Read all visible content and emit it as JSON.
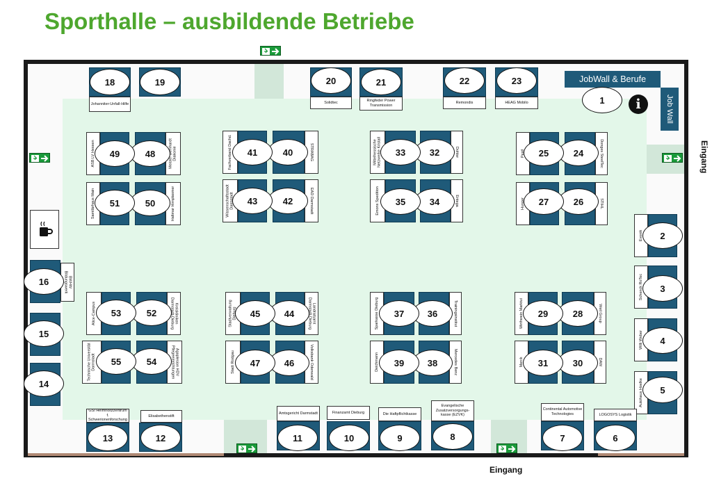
{
  "title": "Sporthalle – ausbildende Betriebe",
  "jobwall": "JobWall & Berufe",
  "jobwall_side": "Job Wall",
  "info_icon": "i",
  "entrance_right": "Eingang",
  "entrance_bottom": "Eingang",
  "colors": {
    "title": "#4ea72e",
    "stand": "#1f5a79",
    "floor": "#e3f7e9",
    "exit": "#1a9a3a"
  },
  "stands": [
    {
      "n": "1",
      "label": ""
    },
    {
      "n": "2",
      "label": "Evonik"
    },
    {
      "n": "3",
      "label": "Schenck RoTec"
    },
    {
      "n": "4",
      "label": "Willi Weber"
    },
    {
      "n": "5",
      "label": "Autohaus Hoelke"
    },
    {
      "n": "6",
      "label": "LOGOSYS Logistik"
    },
    {
      "n": "7",
      "label": "Continental Automotive Technologies"
    },
    {
      "n": "8",
      "label": "Evangelische Zusatzversorgungs-kasse (EZVK)"
    },
    {
      "n": "9",
      "label": "Die Haftpflichtkasse"
    },
    {
      "n": "10",
      "label": "Finanzamt Dieburg"
    },
    {
      "n": "11",
      "label": "Amtsgericht Darmstadt"
    },
    {
      "n": "12",
      "label": "Elisabethenstift"
    },
    {
      "n": "13",
      "label": "GSI Helmholtzzentrum f. Schwerionenforschung"
    },
    {
      "n": "14",
      "label": ""
    },
    {
      "n": "15",
      "label": ""
    },
    {
      "n": "16",
      "label": "BWHW Bildungswerk"
    },
    {
      "n": "18",
      "label": "Johanniter-Unfall-Hilfe"
    },
    {
      "n": "19",
      "label": ""
    },
    {
      "n": "20",
      "label": "Solidtec"
    },
    {
      "n": "21",
      "label": "Ringfeder Power Transmission"
    },
    {
      "n": "22",
      "label": "Remondis"
    },
    {
      "n": "23",
      "label": "HEAG Mobilo"
    },
    {
      "n": "24",
      "label": "Donges SteelTec"
    },
    {
      "n": "25",
      "label": "Pestl"
    },
    {
      "n": "26",
      "label": "STIHL"
    },
    {
      "n": "27",
      "label": "Hunger"
    },
    {
      "n": "28",
      "label": "Weil Group"
    },
    {
      "n": "29",
      "label": "Wirthwein Marktut"
    },
    {
      "n": "30",
      "label": "DAW"
    },
    {
      "n": "31",
      "label": "Merck"
    },
    {
      "n": "32",
      "label": "Dohler"
    },
    {
      "n": "33",
      "label": "Mittelhessische Netzwerke Kristall"
    },
    {
      "n": "34",
      "label": "Entega"
    },
    {
      "n": "35",
      "label": "Emons Spedition"
    },
    {
      "n": "36",
      "label": "Trainingsinstitut"
    },
    {
      "n": "37",
      "label": "Sparkasse Dieburg"
    },
    {
      "n": "38",
      "label": "Mercedes Benz"
    },
    {
      "n": "39",
      "label": "Deichmann"
    },
    {
      "n": "40",
      "label": "STRABAG"
    },
    {
      "n": "41",
      "label": "Fachverband Dachd."
    },
    {
      "n": "42",
      "label": "EAD Darmstadt"
    },
    {
      "n": "43",
      "label": "Wissenschaftsstadt Darmstadt"
    },
    {
      "n": "44",
      "label": "Landratsamt Darmstadt-Dieburg"
    },
    {
      "n": "45",
      "label": "Stadtverwaltung Dieburg"
    },
    {
      "n": "46",
      "label": "Volksbank Odenwald"
    },
    {
      "n": "47",
      "label": "Stadt Rodgau"
    },
    {
      "n": "48",
      "label": "Meister Bernhardt Diakonie"
    },
    {
      "n": "49",
      "label": "ASB LV Hessen"
    },
    {
      "n": "50",
      "label": "Haltmar Hirnplasmer"
    },
    {
      "n": "51",
      "label": "Samtlärhaus Main"
    },
    {
      "n": "52",
      "label": "Kreiskliniken Darmstadt-Dieburg"
    },
    {
      "n": "53",
      "label": "Alice-Campus"
    },
    {
      "n": "54",
      "label": "Agaplesion HDV Pflegeeinrichtungen"
    },
    {
      "n": "55",
      "label": "Technische Universität Darmstadt"
    }
  ]
}
